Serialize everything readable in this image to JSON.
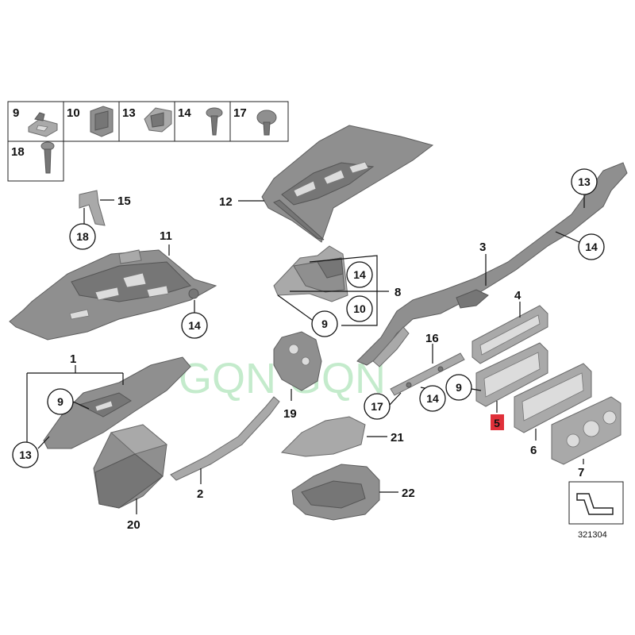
{
  "watermark": "GQN GQN",
  "diagram_number": "321304",
  "highlighted_part": "5",
  "legend": {
    "cells": [
      "9",
      "10",
      "13",
      "14",
      "17",
      "18"
    ]
  },
  "labels": {
    "l1": "1",
    "l2": "2",
    "l3": "3",
    "l4": "4",
    "l5": "5",
    "l6": "6",
    "l7": "7",
    "l8": "8",
    "l11": "11",
    "l12": "12",
    "l15": "15",
    "l16": "16",
    "l19": "19",
    "l20": "20",
    "l21": "21",
    "l22": "22"
  },
  "callouts": {
    "c13_top": "13",
    "c14_right": "14",
    "c18": "18",
    "c14_left": "14",
    "c14_a": "14",
    "c10": "10",
    "c9_mid": "9",
    "c9_left": "9",
    "c13_left": "13",
    "c17": "17",
    "c14_b": "14",
    "c9_right": "9"
  },
  "colors": {
    "part": "#8f8f8f",
    "highlight": "#e0303a",
    "watermark": "#2fb84a"
  }
}
